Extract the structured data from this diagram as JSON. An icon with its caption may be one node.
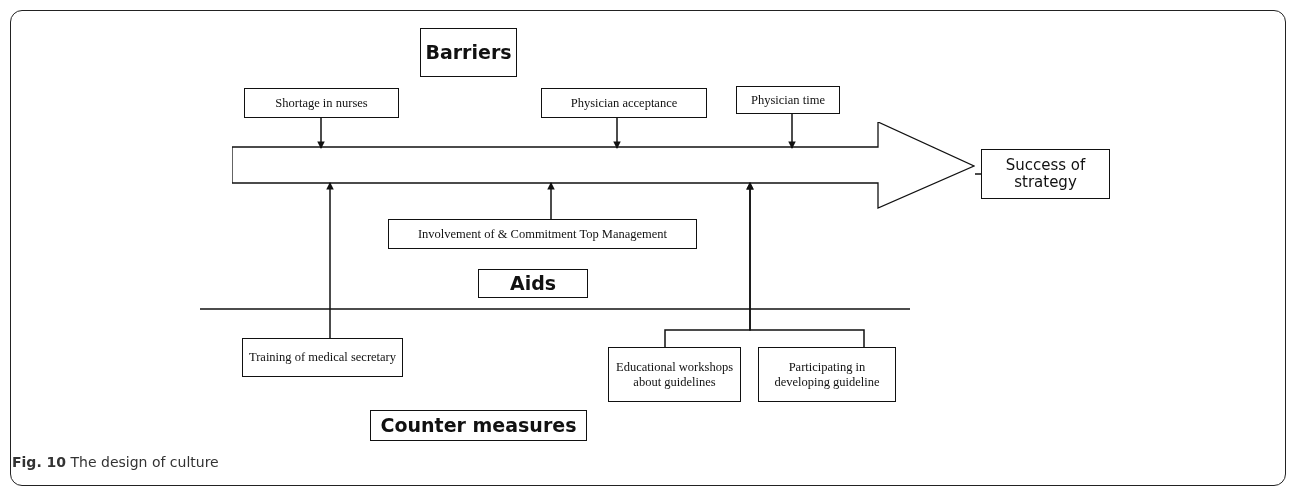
{
  "diagram": {
    "caption": "**Fig. 10** The design of culture",
    "nodes": [
      {
        "text": [
          "Barriers"
        ]
      },
      {
        "text": [
          "Shortage in nurses"
        ]
      },
      {
        "text": [
          "Physician acceptance"
        ]
      },
      {
        "text": [
          "Physician time"
        ]
      },
      {
        "text": [],
        "shape": "arrow"
      },
      {
        "text": [
          "Success of strategy"
        ]
      },
      {
        "text": [
          "Involvement of & Commitment Top Management"
        ]
      },
      {
        "text": [
          "Aids"
        ]
      },
      {
        "text": [
          "Training of medical secretary"
        ]
      },
      {
        "text": [
          "Educational workshops about guidelines"
        ]
      },
      {
        "text": [
          "Participating in developing guideline"
        ]
      },
      {
        "text": [
          "Counter measures"
        ]
      }
    ],
    "edges": [
      {
        "from": 1,
        "to": 4,
        "arrow": "to"
      },
      {
        "from": 2,
        "to": 4,
        "arrow": "to"
      },
      {
        "from": 3,
        "to": 4,
        "arrow": "to"
      },
      {
        "from": 8,
        "to": 4,
        "arrow": "to"
      },
      {
        "from": 6,
        "to": 4,
        "arrow": "to"
      },
      {
        "from": 9,
        "to": 4,
        "arrow": "to"
      },
      {
        "from": 10,
        "to": 4,
        "arrow": "to"
      },
      {
        "from": 4,
        "to": 5,
        "arrow": "none"
      }
    ]
  }
}
